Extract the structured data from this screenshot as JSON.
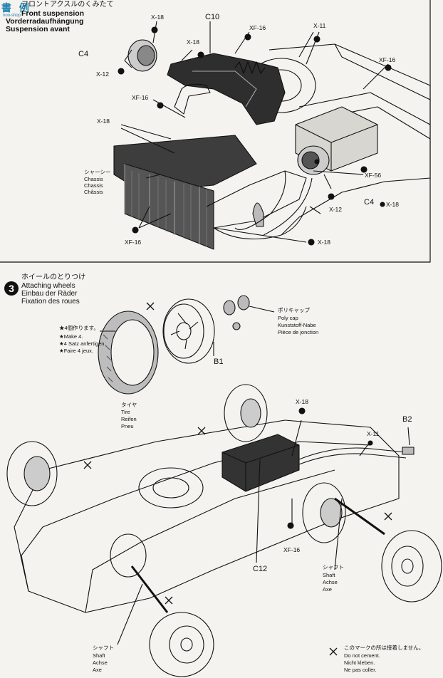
{
  "brand": {
    "logo_text": "書 例",
    "logo_url": "noo-shop"
  },
  "step2": {
    "title_jp": "フロントアクスルのくみたて",
    "title_en": "Front suspension",
    "title_de": "Vorderradaufhängung",
    "title_fr": "Suspension avant",
    "labels": {
      "x18_a": "X-18",
      "c10": "C10",
      "x18_b": "X-18",
      "xf16_a": "XF-16",
      "x11": "X-11",
      "c4_a": "C4",
      "x12_a": "X-12",
      "xf16_b": "XF-16",
      "xf16_c": "XF-16",
      "x18_c": "X-18",
      "xf56": "XF-56",
      "x12_b": "X-12",
      "c4_b": "C4",
      "x18_d": "X-18",
      "xf16_d": "XF-16",
      "x18_e": "X-18"
    },
    "chassis": {
      "jp": "シャーシー",
      "en": "Chassis",
      "de": "Chassis",
      "fr": "Châssis"
    }
  },
  "step3": {
    "number": "3",
    "title_jp": "ホイールのとりつけ",
    "title_en": "Attaching wheels",
    "title_de": "Einbau der Räder",
    "title_fr": "Fixation des roues",
    "make": {
      "jp": "★4個作ります。",
      "en": "★Make 4.",
      "de": "★4 Satz anfertigen.",
      "fr": "★Faire 4 jeux."
    },
    "polycap": {
      "jp": "ポリキャップ",
      "en": "Poly cap",
      "de": "Kunststoff-Nabe",
      "fr": "Pièce de jonction"
    },
    "b1": "B1",
    "tire": {
      "jp": "タイヤ",
      "en": "Tire",
      "de": "Reifen",
      "fr": "Pneu"
    },
    "labels": {
      "x18": "X-18",
      "b2": "B2",
      "x11": "X-11",
      "xf16": "XF-16",
      "c12": "C12"
    },
    "shaft_right": {
      "jp": "シャフト",
      "en": "Shaft",
      "de": "Achse",
      "fr": "Axe"
    },
    "shaft_left": {
      "jp": "シャフト",
      "en": "Shaft",
      "de": "Achse",
      "fr": "Axe"
    },
    "noglue": {
      "jp": "このマークの所は接着しません。",
      "en": "Do not cement.",
      "de": "Nicht kleben.",
      "fr": "Ne pas coller."
    }
  }
}
